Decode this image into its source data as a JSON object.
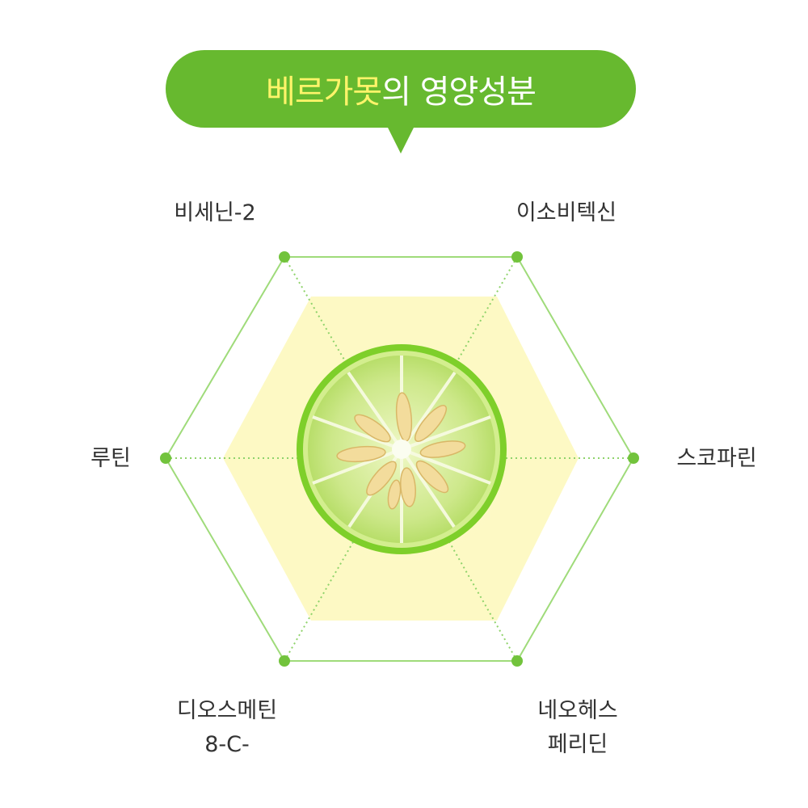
{
  "title": {
    "highlight": "베르가못",
    "rest": "의 영양성분"
  },
  "nutrients": [
    {
      "id": "bisenin",
      "lines": [
        "비세닌-2"
      ]
    },
    {
      "id": "isovitexin",
      "lines": [
        "이소비텍신"
      ]
    },
    {
      "id": "rutin",
      "lines": [
        "루틴"
      ]
    },
    {
      "id": "scoparin",
      "lines": [
        "스코파린"
      ]
    },
    {
      "id": "diosmetin",
      "lines": [
        "디오스메틴",
        "8-C-"
      ]
    },
    {
      "id": "neohesperidin",
      "lines": [
        "네오헤스",
        "페리딘"
      ]
    }
  ],
  "colors": {
    "brand_green": "#67b92f",
    "title_highlight": "#fff46a",
    "hexagon_line": "#9fdb7a",
    "dot": "#72c33c",
    "inner_fill": "#fdf9c4"
  },
  "icons": {
    "center_image": "bergamot-slice-icon"
  }
}
